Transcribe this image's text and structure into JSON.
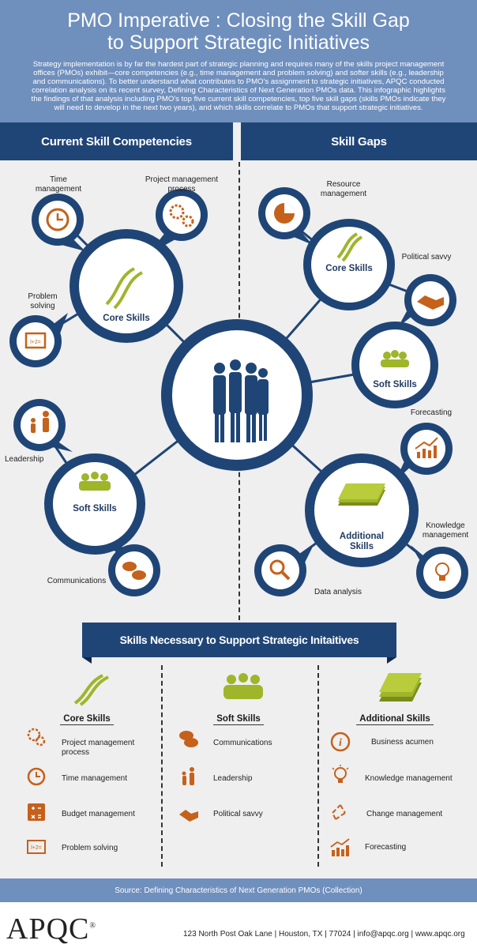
{
  "header": {
    "title_line1": "PMO Imperative : Closing the Skill Gap",
    "title_line2": "to Support Strategic Initiatives",
    "intro": "Strategy implementation is by far the hardest part of strategic planning and requires many of the skills project management offices (PMOs) exhibit—core competencies (e.g., time management and problem solving) and softer skills (e.g., leadership and communications). To better understand what contributes to PMO's assignment to strategic initiatives, APQC conducted correlation analysis on its recent survey, Defining Characteristics of Next Generation PMOs data.  This infographic highlights the findings of that analysis including PMO's top five current skill competencies, top five skill gaps (skills PMOs indicate they will need to develop in the next two years), and which skills correlate to PMOs that support strategic initiatives."
  },
  "sections": {
    "left": "Current Skill Competencies",
    "right": "Skill Gaps"
  },
  "left_network": {
    "core_label": "Core Skills",
    "soft_label": "Soft Skills",
    "time": "Time management",
    "project": "Project management process",
    "problem": "Problem solving",
    "leadership": "Leadership",
    "communications": "Communications"
  },
  "right_network": {
    "core_label": "Core Skills",
    "soft_label": "Soft Skills",
    "additional_label": "Additional Skills",
    "resource": "Resource management",
    "political": "Political savvy",
    "forecasting": "Forecasting",
    "knowledge": "Knowledge management",
    "data": "Data analysis"
  },
  "strategic": {
    "banner": "Skills Necessary to Support Strategic Initaitives",
    "columns": [
      {
        "title": "Core Skills",
        "items": [
          "Project management process",
          "Time management",
          "Budget management",
          "Problem solving"
        ]
      },
      {
        "title": "Soft Skills",
        "items": [
          "Communications",
          "Leadership",
          "Political savvy"
        ]
      },
      {
        "title": "Additional Skills",
        "items": [
          "Business acumen",
          "Knowledge management",
          "Change management",
          "Forecasting"
        ]
      }
    ]
  },
  "source": "Source: Defining Characteristics of Next Generation PMOs (Collection)",
  "footer": {
    "logo": "APQC",
    "address": "123 North Post Oak Lane  |  Houston, TX  |  77024  |  info@apqc.org  |  www.apqc.org"
  },
  "colors": {
    "navy": "#1f4576",
    "header_blue": "#6f8fbd",
    "green": "#9fb52a",
    "orange": "#c5611a",
    "background": "#efefef"
  }
}
